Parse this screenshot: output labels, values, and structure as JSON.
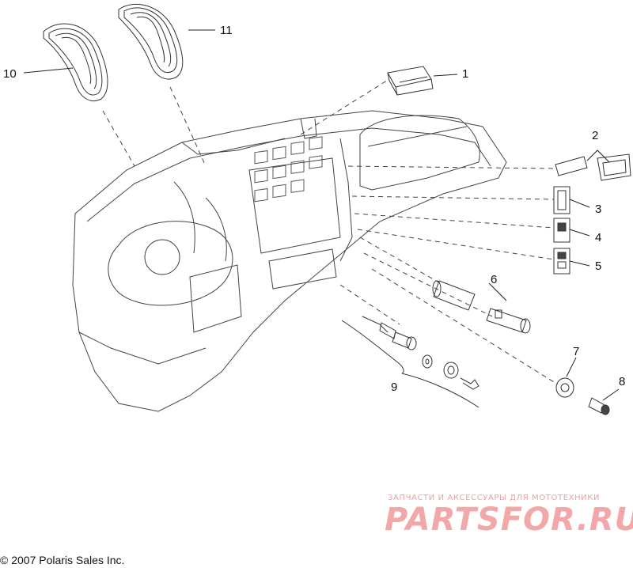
{
  "callouts": {
    "c1": "1",
    "c2": "2",
    "c3": "3",
    "c4": "4",
    "c5": "5",
    "c6": "6",
    "c7": "7",
    "c8": "8",
    "c9": "9",
    "c10": "10",
    "c11": "11"
  },
  "footer": {
    "copyright": "© 2007 Polaris Sales Inc."
  },
  "watermark": {
    "tagline": "ЗАПЧАСТИ И АКСЕССУАРЫ ДЛЯ МОТОТЕХНИКИ",
    "logo": "PARTSFOR.RU"
  },
  "colors": {
    "line": "#333333",
    "watermark": "#f2a8a8"
  }
}
